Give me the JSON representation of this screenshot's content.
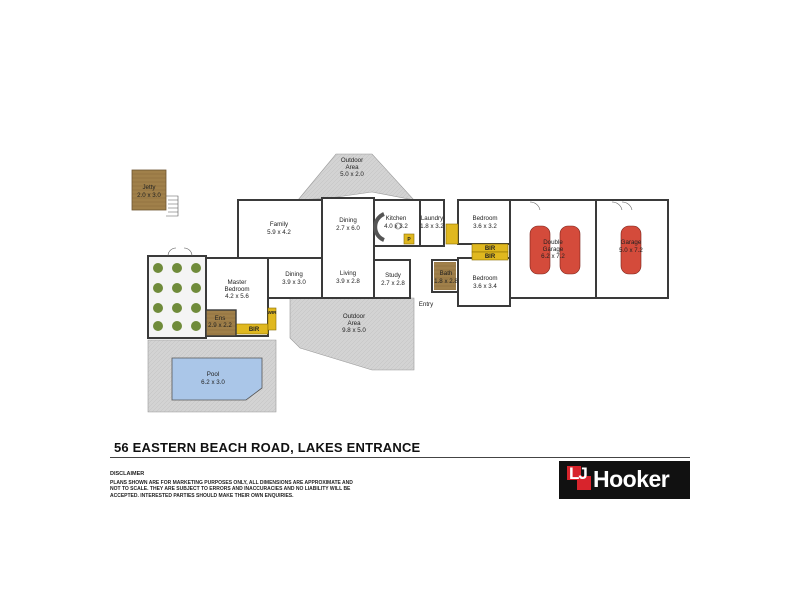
{
  "address": "56 EASTERN BEACH ROAD, LAKES ENTRANCE",
  "disclaimer": {
    "heading": "DISCLAIMER",
    "text": "Plans shown are for marketing purposes only, all dimensions are approximate and not to scale. They are subject to errors and inaccuracies and no liability will be accepted. Interested parties should make their own enquiries."
  },
  "logo": {
    "mark": "LJ",
    "name": "Hooker"
  },
  "rooms": {
    "jetty": {
      "name": "Jetty",
      "dims": "2.0 x 3.0"
    },
    "outdoor_top": {
      "name": "Outdoor",
      "name2": "Area",
      "dims": "5.0 x 2.0"
    },
    "family": {
      "name": "Family",
      "dims": "5.9 x 4.2"
    },
    "dining_main": {
      "name": "Dining",
      "dims": "2.7 x 6.0"
    },
    "kitchen": {
      "name": "Kitchen",
      "dims": "4.0 x 3.2"
    },
    "laundry": {
      "name": "Laundry",
      "dims": "1.8 x 3.2"
    },
    "bedroom1": {
      "name": "Bedroom",
      "dims": "3.6 x 3.2"
    },
    "bedroom2": {
      "name": "Bedroom",
      "dims": "3.6 x 3.4"
    },
    "double_garage": {
      "name": "Double",
      "name2": "Garage",
      "dims": "6.2 x 7.2"
    },
    "garage": {
      "name": "Garage",
      "dims": "5.0 x 7.2"
    },
    "master": {
      "name": "Master",
      "name2": "Bedroom",
      "dims": "4.2 x 5.6"
    },
    "dining2": {
      "name": "Dining",
      "dims": "3.9 x 3.0"
    },
    "living": {
      "name": "Living",
      "dims": "3.9 x 2.8"
    },
    "study": {
      "name": "Study",
      "dims": "2.7 x 2.8"
    },
    "bath": {
      "name": "Bath",
      "dims": "1.8 x 2.8"
    },
    "ens": {
      "name": "Ens",
      "dims": "2.9 x 2.2"
    },
    "outdoor_bottom": {
      "name": "Outdoor",
      "name2": "Area",
      "dims": "9.8 x 5.0"
    },
    "pool": {
      "name": "Pool",
      "dims": "6.2 x 3.0"
    },
    "entry": {
      "name": "Entry"
    }
  },
  "fixtures": {
    "bir": "BIR",
    "wir": "WIR",
    "pantry": "P"
  },
  "colors": {
    "wall": "#3a3a3a",
    "paving": "#cfcfcf",
    "deck": "#e7e7e7",
    "timber": "#9b7a44",
    "pool": "#aac6e8",
    "built_in": "#e0b81f",
    "car": "#d44b3b",
    "brand_red": "#d8242c"
  }
}
